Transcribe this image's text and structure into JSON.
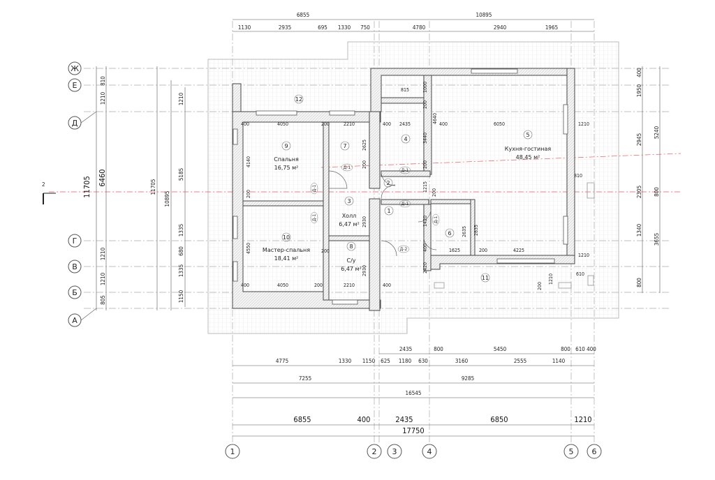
{
  "top_dims": {
    "row1": [
      "6855",
      "10895"
    ],
    "row2": [
      "1130",
      "2935",
      "695",
      "1330",
      "750",
      "4780",
      "2940",
      "1965"
    ]
  },
  "bottom_dims": {
    "row1": [
      "2435",
      "800",
      "5450",
      "800",
      "610",
      "400"
    ],
    "row2": [
      "4775",
      "1330",
      "1150",
      "625",
      "1180",
      "630",
      "3160",
      "2555",
      "1140"
    ],
    "row3": [
      "7255",
      "9285"
    ],
    "row4": [
      "16545"
    ],
    "row5": [
      "6855",
      "400",
      "2435",
      "6850",
      "1210"
    ],
    "row6": [
      "17750"
    ]
  },
  "left_dims": {
    "a": [
      "810",
      "1210",
      "6460",
      "1210",
      "1210",
      "805"
    ],
    "b": [
      "11705"
    ],
    "c": [
      "11705"
    ],
    "d": [
      "10895"
    ],
    "e": [
      "1210",
      "5185",
      "1335",
      "680",
      "1335",
      "1150"
    ]
  },
  "right_dims": {
    "a": [
      "400",
      "1950",
      "2945",
      "2305",
      "1340",
      "800"
    ],
    "b": [
      "5240",
      "800",
      "3655"
    ]
  },
  "row_axes": [
    "Ж",
    "Е",
    "Д",
    "Г",
    "В",
    "Б",
    "А"
  ],
  "col_axes": [
    "1",
    "2",
    "3",
    "4",
    "5",
    "6"
  ],
  "section_mark": "2",
  "rooms": [
    {
      "num": "9",
      "name": "Спальня",
      "area": "16,75 м²"
    },
    {
      "num": "10",
      "name": "Мастер-спальня",
      "area": "18,41 м²"
    },
    {
      "num": "3",
      "name": "Холл",
      "area": "6,47 м²"
    },
    {
      "num": "8",
      "name": "С/у",
      "area": "6,47 м²"
    },
    {
      "num": "5",
      "name": "Кухня-гостиная",
      "area": "48,45 м²"
    },
    {
      "num": "4",
      "name": "",
      "area": ""
    },
    {
      "num": "7",
      "name": "",
      "area": ""
    },
    {
      "num": "2",
      "name": "",
      "area": ""
    },
    {
      "num": "1",
      "name": "",
      "area": ""
    },
    {
      "num": "6",
      "name": "",
      "area": ""
    },
    {
      "num": "11",
      "name": "",
      "area": ""
    },
    {
      "num": "12",
      "name": "",
      "area": ""
    }
  ],
  "door_tags": [
    "Д-1",
    "Д-1",
    "Д-1",
    "Д-1",
    "Д-1",
    "Д-1",
    "Д-2"
  ],
  "inner_dims": [
    "400",
    "4050",
    "200",
    "2210",
    "400",
    "2435",
    "400",
    "6050",
    "1210",
    "4140",
    "2625",
    "3440",
    "4640",
    "200",
    "200",
    "200",
    "810",
    "200",
    "1215",
    "200",
    "2930",
    "1420",
    "2835",
    "2635",
    "1625",
    "200",
    "4225",
    "1210",
    "4550",
    "400",
    "2420",
    "2930",
    "400",
    "4050",
    "200",
    "2210",
    "400",
    "1210",
    "610",
    "815",
    "1000",
    "200",
    "200"
  ],
  "colors": {
    "line": "#333333",
    "grid": "#d9d9d9",
    "axis_red": "#e06060"
  }
}
